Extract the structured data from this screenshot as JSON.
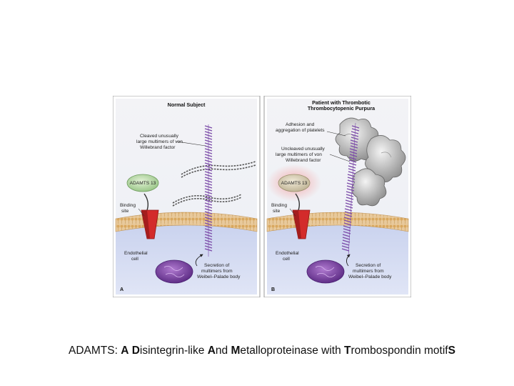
{
  "panel_a": {
    "title": "Normal Subject",
    "cleaved_label": [
      "Cleaved unusually",
      "large multimers of von",
      "Willebrand factor"
    ],
    "enzyme_label": "ADAMTS 13",
    "binding_label": [
      "Binding",
      "site"
    ],
    "endothelial_label": [
      "Endothelial",
      "cell"
    ],
    "secretion_label": [
      "Secretion of",
      "multimers from",
      "Weibel–Palade body"
    ],
    "letter": "A"
  },
  "panel_b": {
    "title": [
      "Patient with Thrombotic",
      "Thrombocytopenic Purpura"
    ],
    "adhesion_label": [
      "Adhesion and",
      "aggregation of platelets"
    ],
    "uncleaved_label": [
      "Uncleaved unusually",
      "large multimers of von",
      "Willebrand factor"
    ],
    "enzyme_label": "ADAMTS 13",
    "binding_label": [
      "Binding",
      "site"
    ],
    "endothelial_label": [
      "Endothelial",
      "cell"
    ],
    "secretion_label": [
      "Secretion of",
      "multimers from",
      "Weibel–Palade body"
    ],
    "letter": "B"
  },
  "caption": {
    "prefix": "ADAMTS: ",
    "words": [
      {
        "initial": "A",
        "rest": " "
      },
      {
        "initial": "D",
        "rest": "isintegrin-like "
      },
      {
        "initial": "A",
        "rest": "nd "
      },
      {
        "initial": "M",
        "rest": "etalloproteinase with "
      },
      {
        "initial": "T",
        "rest": "rombospondin motif"
      },
      {
        "initial": "S",
        "rest": ""
      }
    ]
  }
}
